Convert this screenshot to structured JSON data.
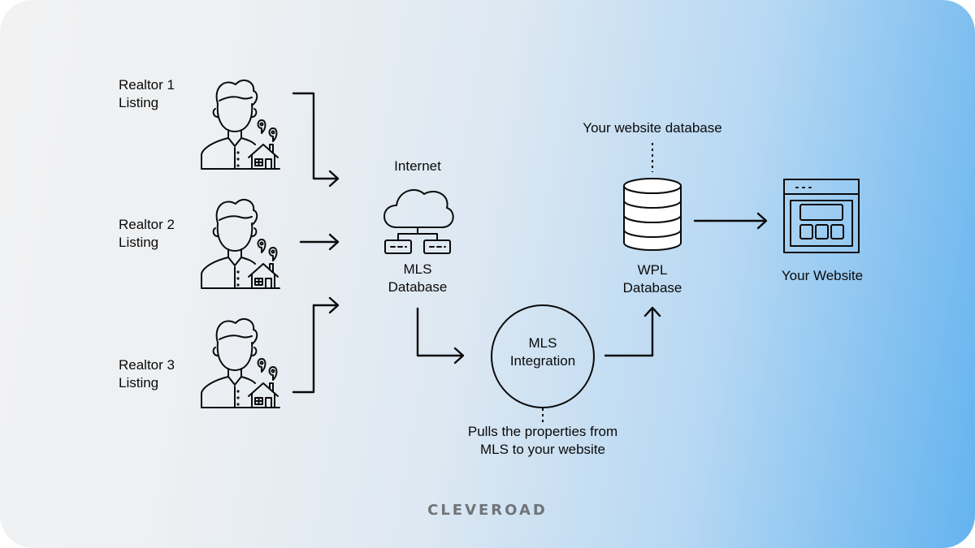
{
  "realtors": [
    {
      "line1": "Realtor 1",
      "line2": "Listing"
    },
    {
      "line1": "Realtor 2",
      "line2": "Listing"
    },
    {
      "line1": "Realtor 3",
      "line2": "Listing"
    }
  ],
  "internet_label": "Internet",
  "mls_database": {
    "line1": "MLS",
    "line2": "Database"
  },
  "mls_integration": {
    "line1": "MLS",
    "line2": "Integration"
  },
  "integration_note": {
    "line1": "Pulls the properties from",
    "line2": "MLS to your website"
  },
  "website_database_label": "Your website database",
  "wpl_database": {
    "line1": "WPL",
    "line2": "Database"
  },
  "your_website_label": "Your Website",
  "brand": "CLEVEROAD",
  "icons": [
    "realtor-person-icon",
    "cloud-network-icon",
    "database-icon",
    "website-window-icon"
  ],
  "colors": {
    "gradient_start": "#f2f2f3",
    "gradient_end": "#64b3ef",
    "ink": "#0a0a0a",
    "brand": "#6f7478"
  }
}
